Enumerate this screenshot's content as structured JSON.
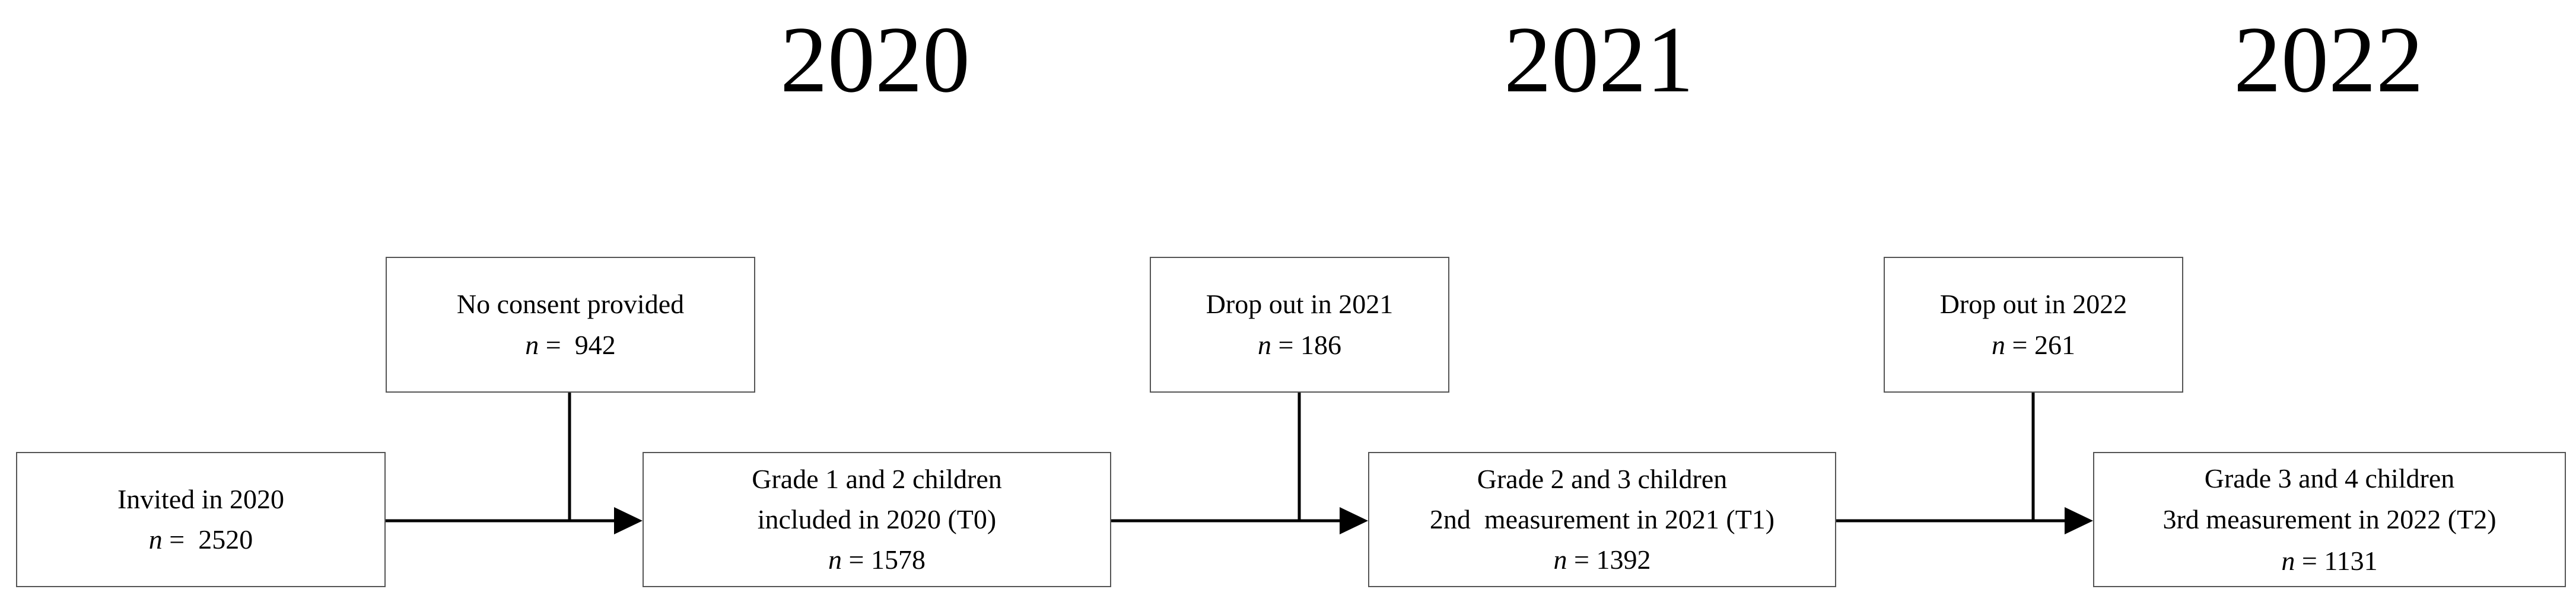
{
  "years": [
    "2020",
    "2021",
    "2022"
  ],
  "boxes": {
    "invited": {
      "label": "Invited in 2020",
      "n_prefix": "n",
      "n_rest": " =  2520"
    },
    "no_consent": {
      "label": "No consent provided",
      "n_prefix": "n",
      "n_rest": " =  942"
    },
    "grade12": {
      "line1": "Grade 1 and 2 children",
      "line2": "included in 2020 (T0)",
      "n_prefix": "n",
      "n_rest": " = 1578"
    },
    "dropout2021": {
      "label": "Drop out in 2021",
      "n_prefix": "n",
      "n_rest": " = 186"
    },
    "grade23": {
      "line1": "Grade 2 and 3 children",
      "line2": "2nd  measurement in 2021 (T1)",
      "n_prefix": "n",
      "n_rest": " = 1392"
    },
    "dropout2022": {
      "label": "Drop out in 2022",
      "n_prefix": "n",
      "n_rest": " = 261"
    },
    "grade34": {
      "line1": "Grade 3 and 4 children",
      "line2": "3rd measurement in 2022 (T2)",
      "n_prefix": "n",
      "n_rest": " = 1131"
    }
  },
  "colors": {
    "border": "#555555",
    "line": "#000000"
  }
}
